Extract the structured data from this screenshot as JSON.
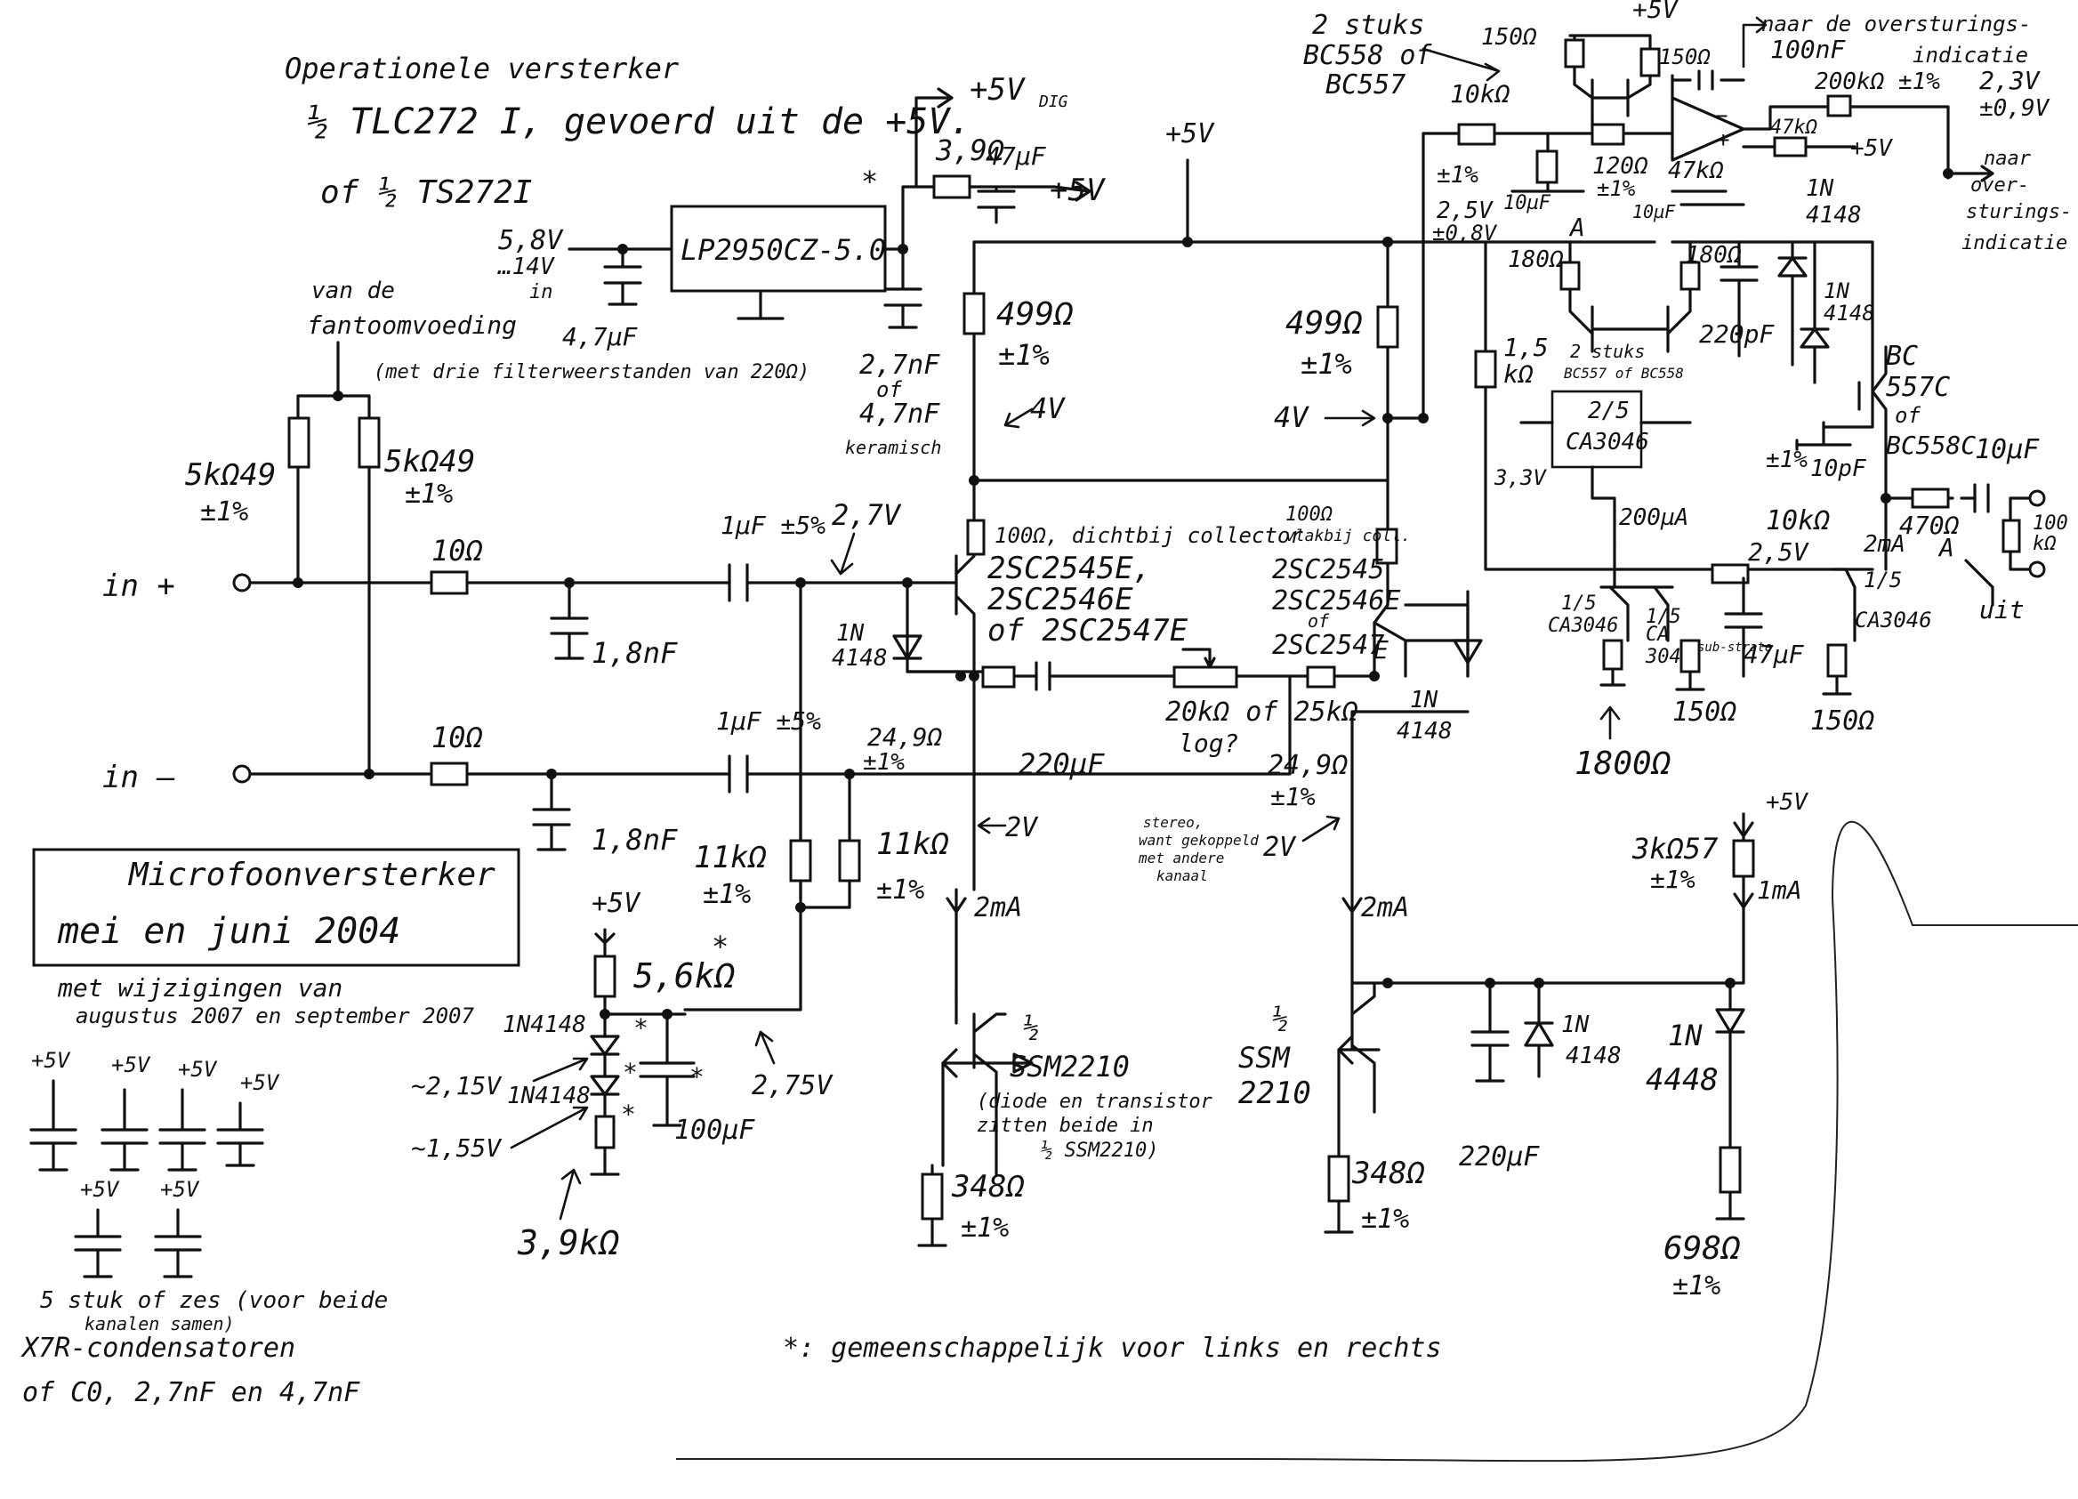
{
  "header": {
    "line1": "Operationele versterker",
    "line2": "½ TLC272 I, gevoerd uit de +5V.",
    "line3": "of ½ TS272I"
  },
  "supply": {
    "plus5v_dig": "+5V",
    "plus5v_dig_sub": "DIG",
    "r_3e9": "3,9Ω",
    "c_47u": "47µF",
    "plus5v": "+5V",
    "plus5v_top": "+5V",
    "vin": "5,8V",
    "vin2": "…14V",
    "vin3": "in",
    "regulator": "LP2950CZ-5.0",
    "c_4u7": "4,7µF",
    "c_2n7": "2,7nF",
    "c_of": "of",
    "c_4n7": "4,7nF",
    "keramisch": "keramisch",
    "star": "*"
  },
  "phantom": {
    "title1": "van de",
    "title2": "fantoomvoeding",
    "note": "(met drie filterweerstanden van 220Ω)",
    "r1": "5kΩ49",
    "r1tol": "±1%",
    "r2": "5kΩ49",
    "r2tol": "±1%"
  },
  "inputs": {
    "in_plus": "in +",
    "in_minus": "in –",
    "r10a": "10Ω",
    "r10b": "10Ω",
    "c1n8a": "1,8nF",
    "c1n8b": "1,8nF",
    "c1ua": "1µF ±5%",
    "c1ub": "1µF ±5%",
    "v2_7": "2,7V"
  },
  "front": {
    "r499a": "499Ω",
    "r499atol": "±1%",
    "r499b": "499Ω",
    "r499btol": "±1%",
    "v4a": "4V",
    "v4b": "4V",
    "r100a": "100Ω, dichtbij collector",
    "r100b": "100Ω",
    "r100b2": "vlakbij coll.",
    "q1a": "2SC2545E,",
    "q1b": "2SC2546E",
    "q1c": "of 2SC2547E",
    "q2a": "2SC2545",
    "q2b": "2SC2546E",
    "q2c": "of",
    "q2d": "2SC2547",
    "q2e": "E",
    "d1n4148a1": "1N",
    "d1n4148a2": "4148",
    "d1n4148b1": "1N",
    "d1n4148b2": "4148",
    "pot": "20kΩ of 25kΩ",
    "pot2": "log?",
    "r24a": "24,9Ω",
    "r24atol": "±1%",
    "r24b": "24,9Ω",
    "r24btol": "±1%",
    "c220u": "220µF",
    "stereo1": "stereo,",
    "stereo2": "want gekoppeld",
    "stereo3": "met andere",
    "stereo4": "kanaal",
    "v2a": "2V",
    "v2b": "2V",
    "r11ka": "11kΩ",
    "r11katol": "±1%",
    "r11kb": "11kΩ",
    "r11kbtol": "±1%",
    "ma2a": "2mA",
    "ma2b": "2mA"
  },
  "bias": {
    "plus5v": "+5V",
    "r5k6": "5,6kΩ",
    "star": "*",
    "d1": "1N4148",
    "d2": "1N4148",
    "v215": "~2,15V",
    "v155": "~1,55V",
    "c100u": "100µF",
    "v275": "2,75V",
    "r3k9": "3,9kΩ"
  },
  "title_box": {
    "title": "Microfoonversterker",
    "date": "mei en juni 2004",
    "mod1": "met wijzigingen van",
    "mod2": "augustus 2007 en september 2007"
  },
  "decoupling": {
    "p1": "+5V",
    "p2": "+5V",
    "p3": "+5V",
    "p4": "+5V",
    "p5": "+5V",
    "p6": "+5V",
    "note1": "5 stuk of zes (voor beide",
    "note2": "kanalen samen)",
    "note3": "X7R-condensatoren",
    "note4": "of C0, 2,7nF en 4,7nF"
  },
  "ssm": {
    "left1": "½",
    "left2": "SSM2210",
    "note1": "(diode en transistor",
    "note2": "zitten beide in",
    "note3": "½ SSM2210)",
    "right1": "½",
    "right2": "SSM",
    "right3": "2210",
    "r348a": "348Ω",
    "r348atol": "±1%",
    "r348b": "348Ω",
    "r348btol": "±1%",
    "c220u": "220µF",
    "d1": "1N",
    "d2": "4148"
  },
  "ref": {
    "plus5v": "+5V",
    "r3k57": "3kΩ57",
    "r3k57tol": "±1%",
    "ma1": "1mA",
    "d1": "1N",
    "d2": "4448",
    "r698": "698Ω",
    "r698tol": "±1%"
  },
  "overload": {
    "pnp1": "2 stuks",
    "pnp2": "BC558 of",
    "pnp3": "BC557",
    "r150a": "150Ω",
    "r150b": "150Ω",
    "plus5v": "+5V",
    "naar1": "naar de oversturings-",
    "naar2": "indicatie",
    "c100n": "100nF",
    "r200k": "200kΩ ±1%",
    "v23": "2,3V",
    "v23tol": "±0,9V",
    "r10k": "10kΩ",
    "r10ktol": "±1%",
    "r120": "120Ω",
    "r47k": "47kΩ",
    "r47k2": "47kΩ",
    "tol1": "±1%",
    "plus5v2": "+5V",
    "naar3": "naar",
    "naar4": "over-",
    "naar5": "sturings-",
    "naar6": "indicatie",
    "v25": "2,5V",
    "v25tol": "±0,8V",
    "c10u1": "10µF",
    "c10u2": "10µF",
    "a": "A"
  },
  "back": {
    "r180a": "180Ω",
    "r180b": "180Ω",
    "pnp_pair1": "2 stuks",
    "pnp_pair2": "BC557 of BC558",
    "c220p": "220pF",
    "d1n4148c1": "1N",
    "d1n4148c2": "4148",
    "d1n4148d1": "1N",
    "d1n4148d2": "4148",
    "r1k5": "1,5",
    "r1k5u": "kΩ",
    "ca3046": "2/5",
    "ca3046b": "CA3046",
    "v33": "3,3V",
    "bc1": "BC",
    "bc2": "557C",
    "bc3": "of",
    "bc4": "BC558C",
    "c10p": "10pF",
    "tol1": "±1%",
    "ua200": "200µA",
    "r10k": "10kΩ",
    "v25": "2,5V",
    "ma2": "2mA",
    "r470": "470Ω",
    "c10u": "10µF",
    "r100k1": "100",
    "r100k2": "kΩ",
    "a": "A",
    "uit": "uit",
    "ca1": "1/5",
    "ca1b": "CA3046",
    "ca2": "1/5",
    "ca2b": "CA",
    "ca2c": "3046",
    "ca2d": "sub-strate",
    "ca3": "1/5",
    "ca3b": "CA3046",
    "c47u": "47µF",
    "r150a": "150Ω",
    "r150b": "150Ω",
    "r1800": "1800Ω"
  },
  "footer": {
    "note": "*: gemeenschappelijk voor links en rechts"
  }
}
